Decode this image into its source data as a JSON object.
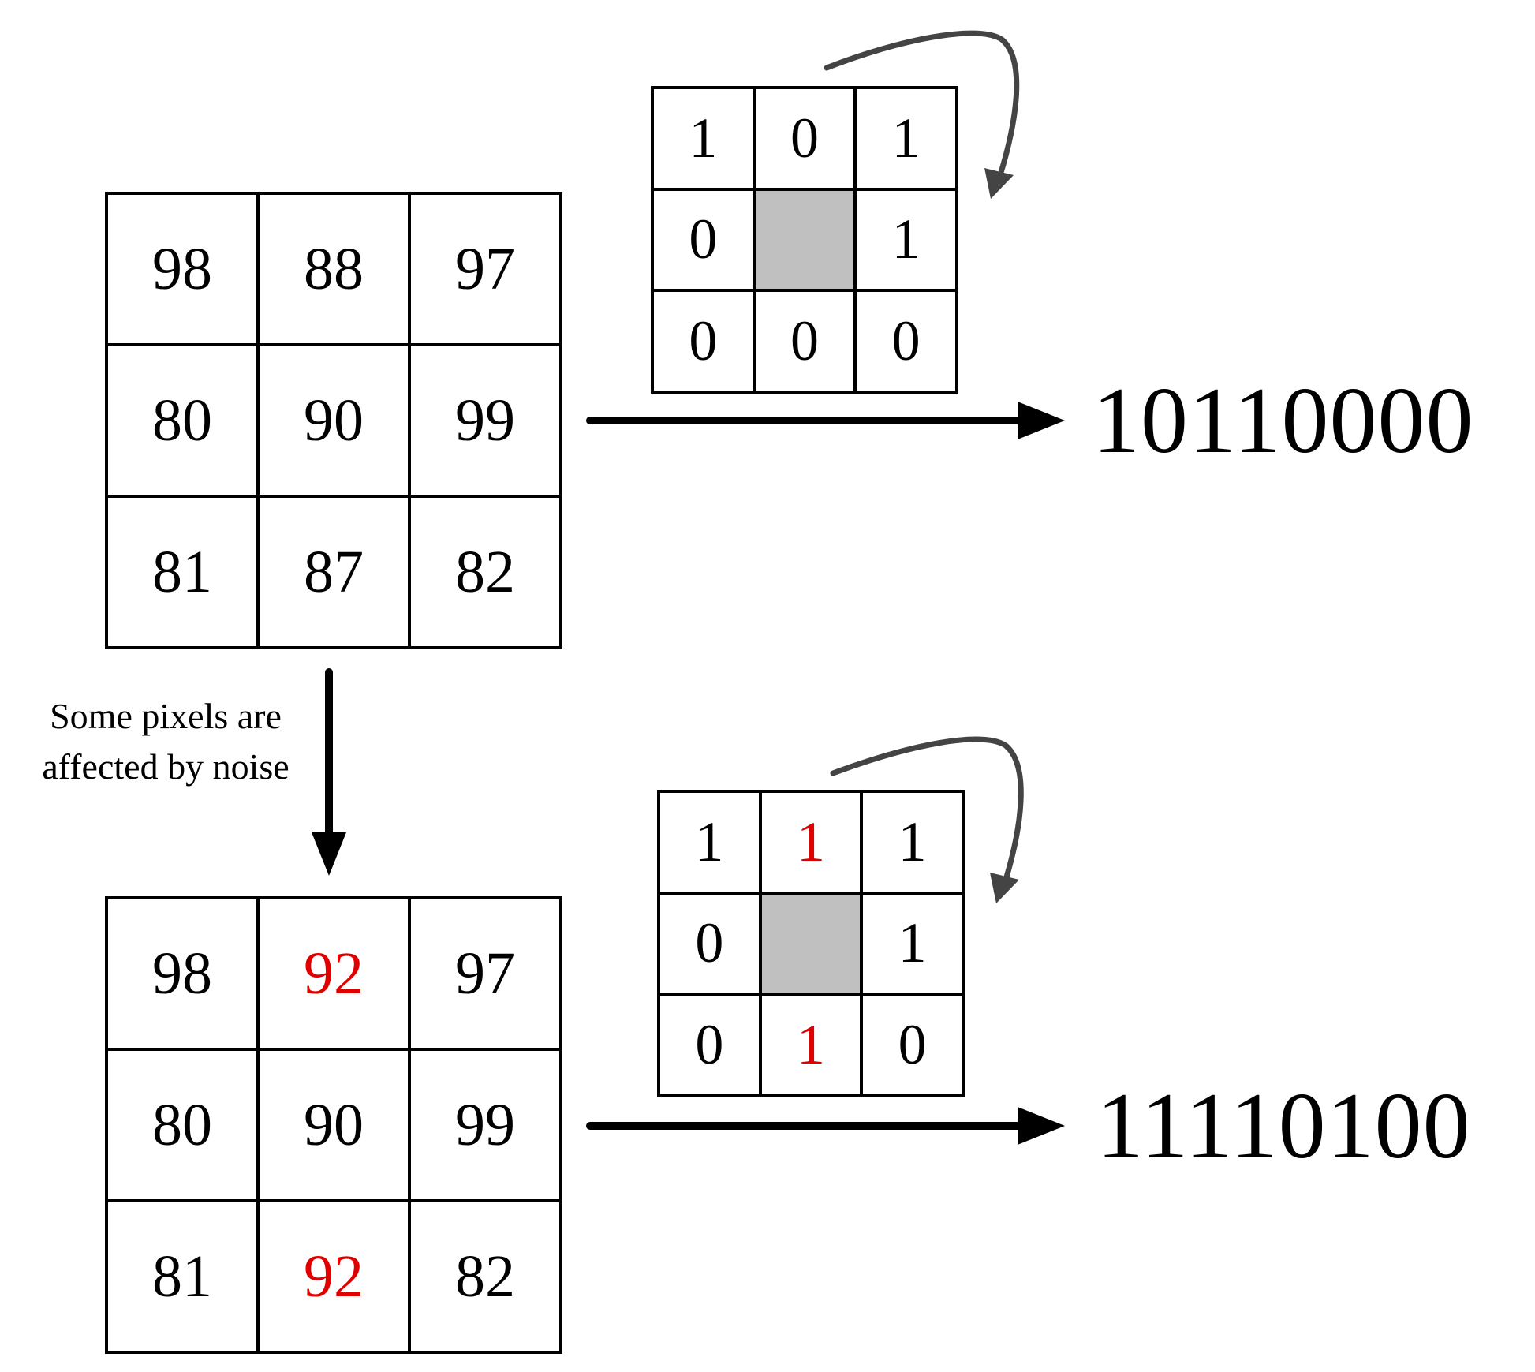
{
  "original": {
    "pixels": [
      "98",
      "88",
      "97",
      "80",
      "90",
      "99",
      "81",
      "87",
      "82"
    ],
    "bits": [
      "1",
      "0",
      "1",
      "0",
      "",
      "1",
      "0",
      "0",
      "0"
    ],
    "code": "10110000"
  },
  "noisy": {
    "pixels": [
      "98",
      "92",
      "97",
      "80",
      "90",
      "99",
      "81",
      "92",
      "82"
    ],
    "bits": [
      "1",
      "1",
      "1",
      "0",
      "",
      "1",
      "0",
      "1",
      "0"
    ],
    "code": "11110100",
    "changed_pixel_indices": [
      1,
      7
    ],
    "changed_bit_indices": [
      1,
      7
    ]
  },
  "note_lines": [
    "Some pixels are",
    "affected by noise"
  ],
  "colors": {
    "changed": "#e00000",
    "center_cell": "#c0c0c0",
    "curved_arrow": "#444444"
  }
}
